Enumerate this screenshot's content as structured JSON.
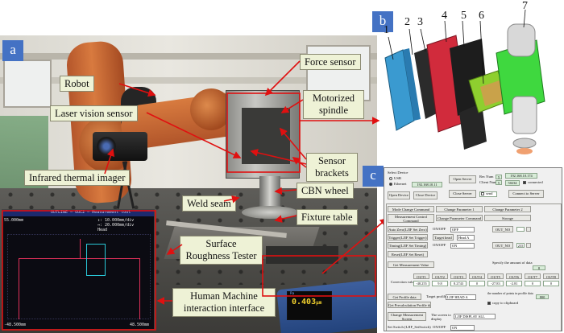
{
  "panels": {
    "a": "a",
    "b": "b",
    "c": "c"
  },
  "photo_labels": {
    "robot": "Robot",
    "laser_vision_sensor": "Laser vision sensor",
    "infrared_thermal_imager": "Infrared thermal imager",
    "force_sensor": "Force sensor",
    "motorized_spindle": "Motorized spindle",
    "sensor_brackets": "Sensor brackets",
    "cbn_wheel": "CBN  wheel",
    "weld_seam": "Weld seam",
    "fixture_table": "Fixture table",
    "surface_roughness_tester": "Surface Roughness Tester",
    "hmi": "Human Machine interaction interface"
  },
  "hmi_screen": {
    "title": "OUTLINE – OUC2 – Measurement tool",
    "top_left": "55.000mm",
    "top_right": "↕: 10.000mm/div\n↔: 20.000mm/div\nHead",
    "bottom_left": "-48.500mm",
    "bottom_right": "48.500mm"
  },
  "roughness_tester": {
    "value": "0.403",
    "unit": "µm",
    "caption": "Ra"
  },
  "cad_numbers": [
    "1",
    "2",
    "3",
    "4",
    "5",
    "6",
    "7"
  ],
  "software": {
    "select_device": "Select Device",
    "usb": "USB",
    "ethernet": "Ethernet",
    "ip_device": "192.168.10.11",
    "open_server": "Open Server",
    "rec_num_label": "Rec Num",
    "rec_num": "5",
    "client_num_label": "Client Num",
    "client_num": "5",
    "ip_server": "192.168.10.174",
    "port": "50234",
    "connected": "connected",
    "open_device": "Open Device",
    "close_device": "Close Device",
    "close_server": "Close Server",
    "send": "send",
    "connect_to_server": "Connect to Server",
    "mode_change_command": "Mode Change Command",
    "change_parameter_1": "Change Parameter 1",
    "change_parameter_2": "Change Parameter 2",
    "measurement_control_command": "Measurement Control Command",
    "change_parameter_command": "Change Parameter Command",
    "storage": "Storage",
    "auto_zero": "Auto Zero(LJIF Set Zero)",
    "on_off_1": "ON/OFF",
    "off_value": "OFF",
    "out_no_1": "OUT_NO",
    "trigger": "Trigger(LJIF Set Trigger)",
    "target_head": "Target head",
    "head_a": "Head A",
    "timing": "Timing(LJIF Set Timing)",
    "on_off_2": "ON/OFF",
    "on_value": "ON",
    "out_no_2": "OUT_NO",
    "out_no_value": "255",
    "reset": "Reset(LJIF Set Reset)",
    "get_measurement_value": "Get Measurement Value",
    "specify_amount": "Specify the amount of data",
    "amount_value": "8",
    "correction_value": "Correction value",
    "outs": [
      {
        "name": "OUT1",
        "value": "-48.255"
      },
      {
        "name": "OUT2",
        "value": "9.8"
      },
      {
        "name": "OUT3",
        "value": "8.2743"
      },
      {
        "name": "OUT4",
        "value": "0"
      },
      {
        "name": "OUT5",
        "value": "-27.83"
      },
      {
        "name": "OUT6",
        "value": "-2.81"
      },
      {
        "name": "OUT7",
        "value": "0"
      },
      {
        "name": "OUT8",
        "value": "0"
      }
    ],
    "get_profile_data": "Get Profile data",
    "target_profile": "Target profile",
    "ljif_head_a": "LJIF HEAD A",
    "num_points_label": "the number of points in profile data",
    "num_points": "800",
    "copy_to_clipboard": "copy to clipboard",
    "get_precalculation": "Get Precalculation Profile data",
    "change_measurement_screen": "Change Measurement Screen",
    "screen_to_display": "The screen to display",
    "ljif_display_all": "LJIF DISPLAY ALL",
    "set_switch": "Set Switch (LJIF_SetSwitch)",
    "on_off_3": "ON/OFF",
    "on_value_2": "ON"
  }
}
